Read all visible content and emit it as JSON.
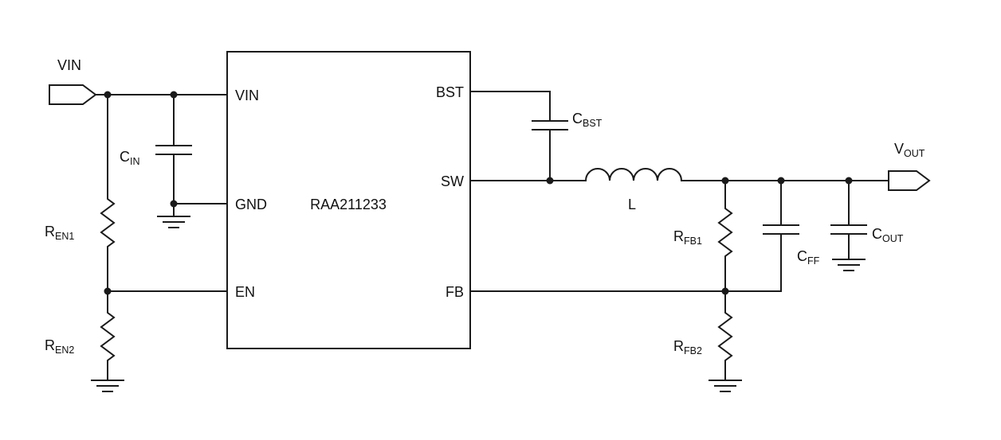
{
  "diagram": {
    "part_number": "RAA211233",
    "pins": {
      "vin": "VIN",
      "gnd": "GND",
      "en": "EN",
      "bst": "BST",
      "sw": "SW",
      "fb": "FB"
    },
    "ports": {
      "vin": {
        "label": "VIN"
      },
      "vout": {
        "main": "V",
        "sub": "OUT"
      }
    },
    "components": {
      "cin": {
        "main": "C",
        "sub": "IN"
      },
      "ren1": {
        "main": "R",
        "sub": "EN1"
      },
      "ren2": {
        "main": "R",
        "sub": "EN2"
      },
      "cbst": {
        "main": "C",
        "sub": "BST"
      },
      "l": {
        "label": "L"
      },
      "rfb1": {
        "main": "R",
        "sub": "FB1"
      },
      "rfb2": {
        "main": "R",
        "sub": "FB2"
      },
      "cff": {
        "main": "C",
        "sub": "FF"
      },
      "cout": {
        "main": "C",
        "sub": "OUT"
      }
    },
    "colors": {
      "line": "#1a1a1a",
      "background": "#ffffff"
    }
  }
}
